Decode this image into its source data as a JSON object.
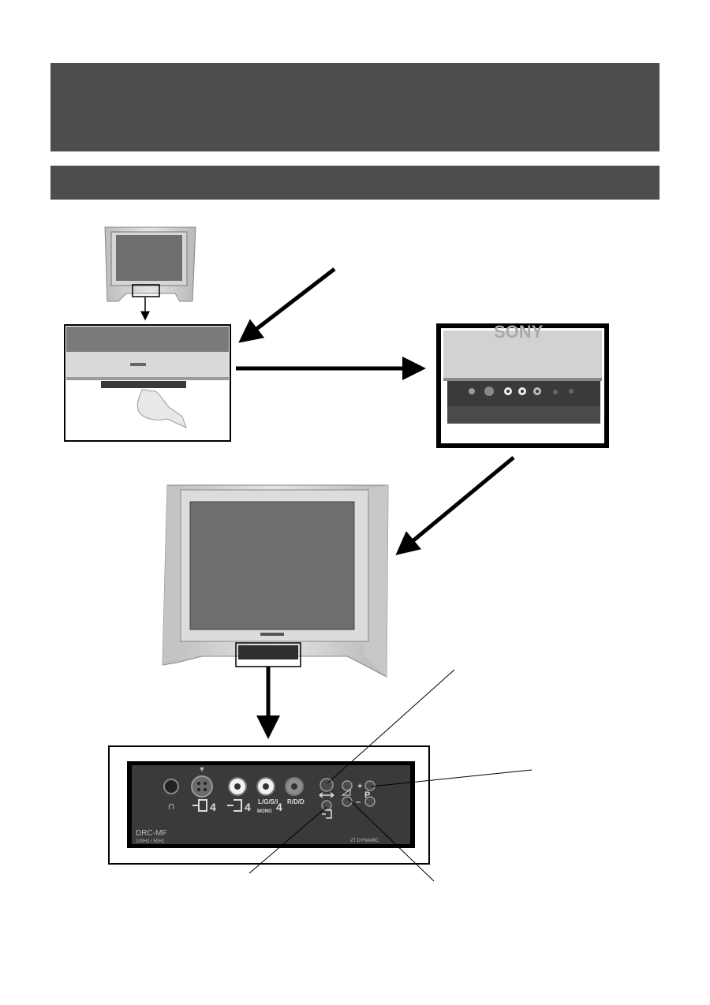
{
  "tv_brand": "SONY",
  "connector_panel": {
    "labels": {
      "headphones": "∩",
      "svideo_input": "4",
      "video_input": "4",
      "audio_lr_mono": "L/G/S/I",
      "mono": "MONO",
      "audio_r": "R/D/D",
      "program_button": "P",
      "plus": "+",
      "minus": "–"
    },
    "model": "DRC-MF",
    "frequency": "100Hz / 50Hz",
    "dynamic": "2T DYNAMIC"
  },
  "colors": {
    "header_bar": "#4d4d4d",
    "panel_bg": "#3a3a3a",
    "tv_frame": "#cfcfcf",
    "tv_screen": "#6e6e6e"
  }
}
